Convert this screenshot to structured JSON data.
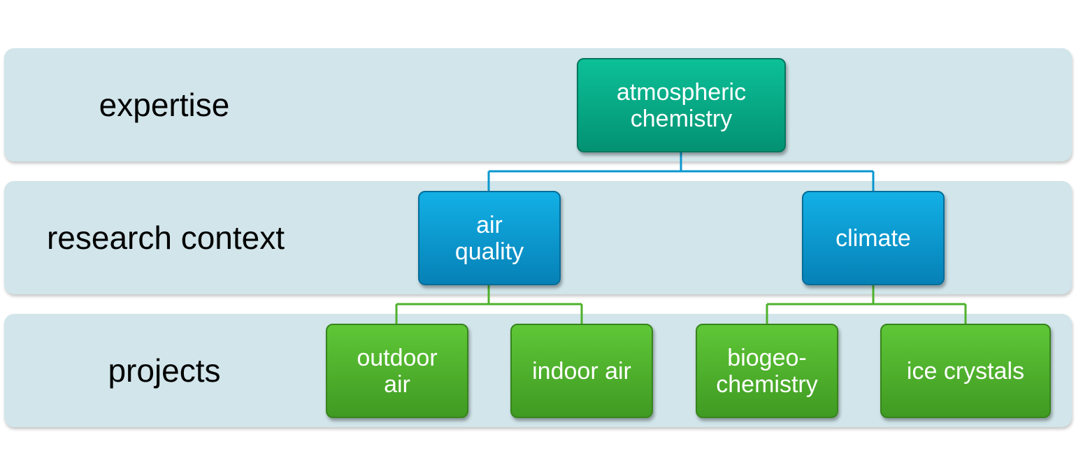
{
  "bands": [
    {
      "label": "expertise"
    },
    {
      "label": "research context"
    },
    {
      "label": "projects"
    }
  ],
  "nodes": {
    "atmospheric_chemistry": "atmospheric\nchemistry",
    "air_quality": "air\nquality",
    "climate": "climate",
    "outdoor_air": "outdoor\nair",
    "indoor_air": "indoor air",
    "biogeochemistry": "biogeo-\nchemistry",
    "ice_crystals": "ice crystals"
  },
  "colors": {
    "band": "#d1e5ea",
    "expertise_node": "#05a684",
    "context_node": "#0a97cf",
    "project_node": "#4fb12c",
    "context_links": "#0a97cf",
    "project_links": "#4fb12c"
  }
}
